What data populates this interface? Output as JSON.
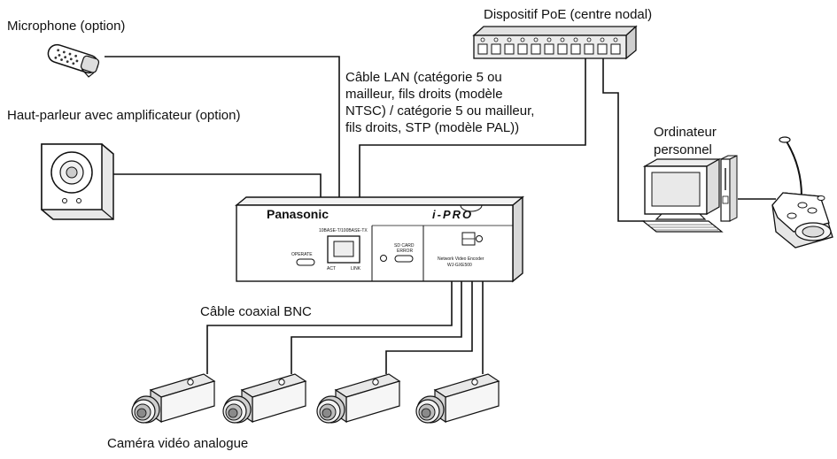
{
  "labels": {
    "microphone": "Microphone (option)",
    "speaker": "Haut-parleur avec amplificateur (option)",
    "poe_hub": "Dispositif PoE (centre nodal)",
    "lan_cable_lines": [
      "Câble LAN (catégorie 5 ou",
      "mailleur, fils droits (modèle",
      "NTSC) / catégorie 5 ou mailleur,",
      "fils droits, STP (modèle PAL))"
    ],
    "pc_lines": [
      "Ordinateur",
      "personnel"
    ],
    "coax": "Câble coaxial BNC",
    "camera": "Caméra vidéo analogue"
  },
  "encoder": {
    "brand": "Panasonic",
    "series_logo": "i-PRO",
    "port_label": "10BASE-T/100BASE-TX",
    "operate_label": "OPERATE",
    "act_label": "ACT",
    "link_label": "LINK",
    "sd_card_label": "SD CARD",
    "error_label": "ERROR",
    "model_line1": "Network Video Encoder",
    "model_line2": "WJ-GXE500"
  },
  "icons": [
    "microphone-icon",
    "speaker-icon",
    "poe-hub-icon",
    "encoder-icon",
    "pc-icon",
    "controller-icon",
    "camera-icon"
  ],
  "colors": {
    "line": "#111111",
    "device_fill": "#ffffff",
    "hub_fill": "#ececec"
  }
}
